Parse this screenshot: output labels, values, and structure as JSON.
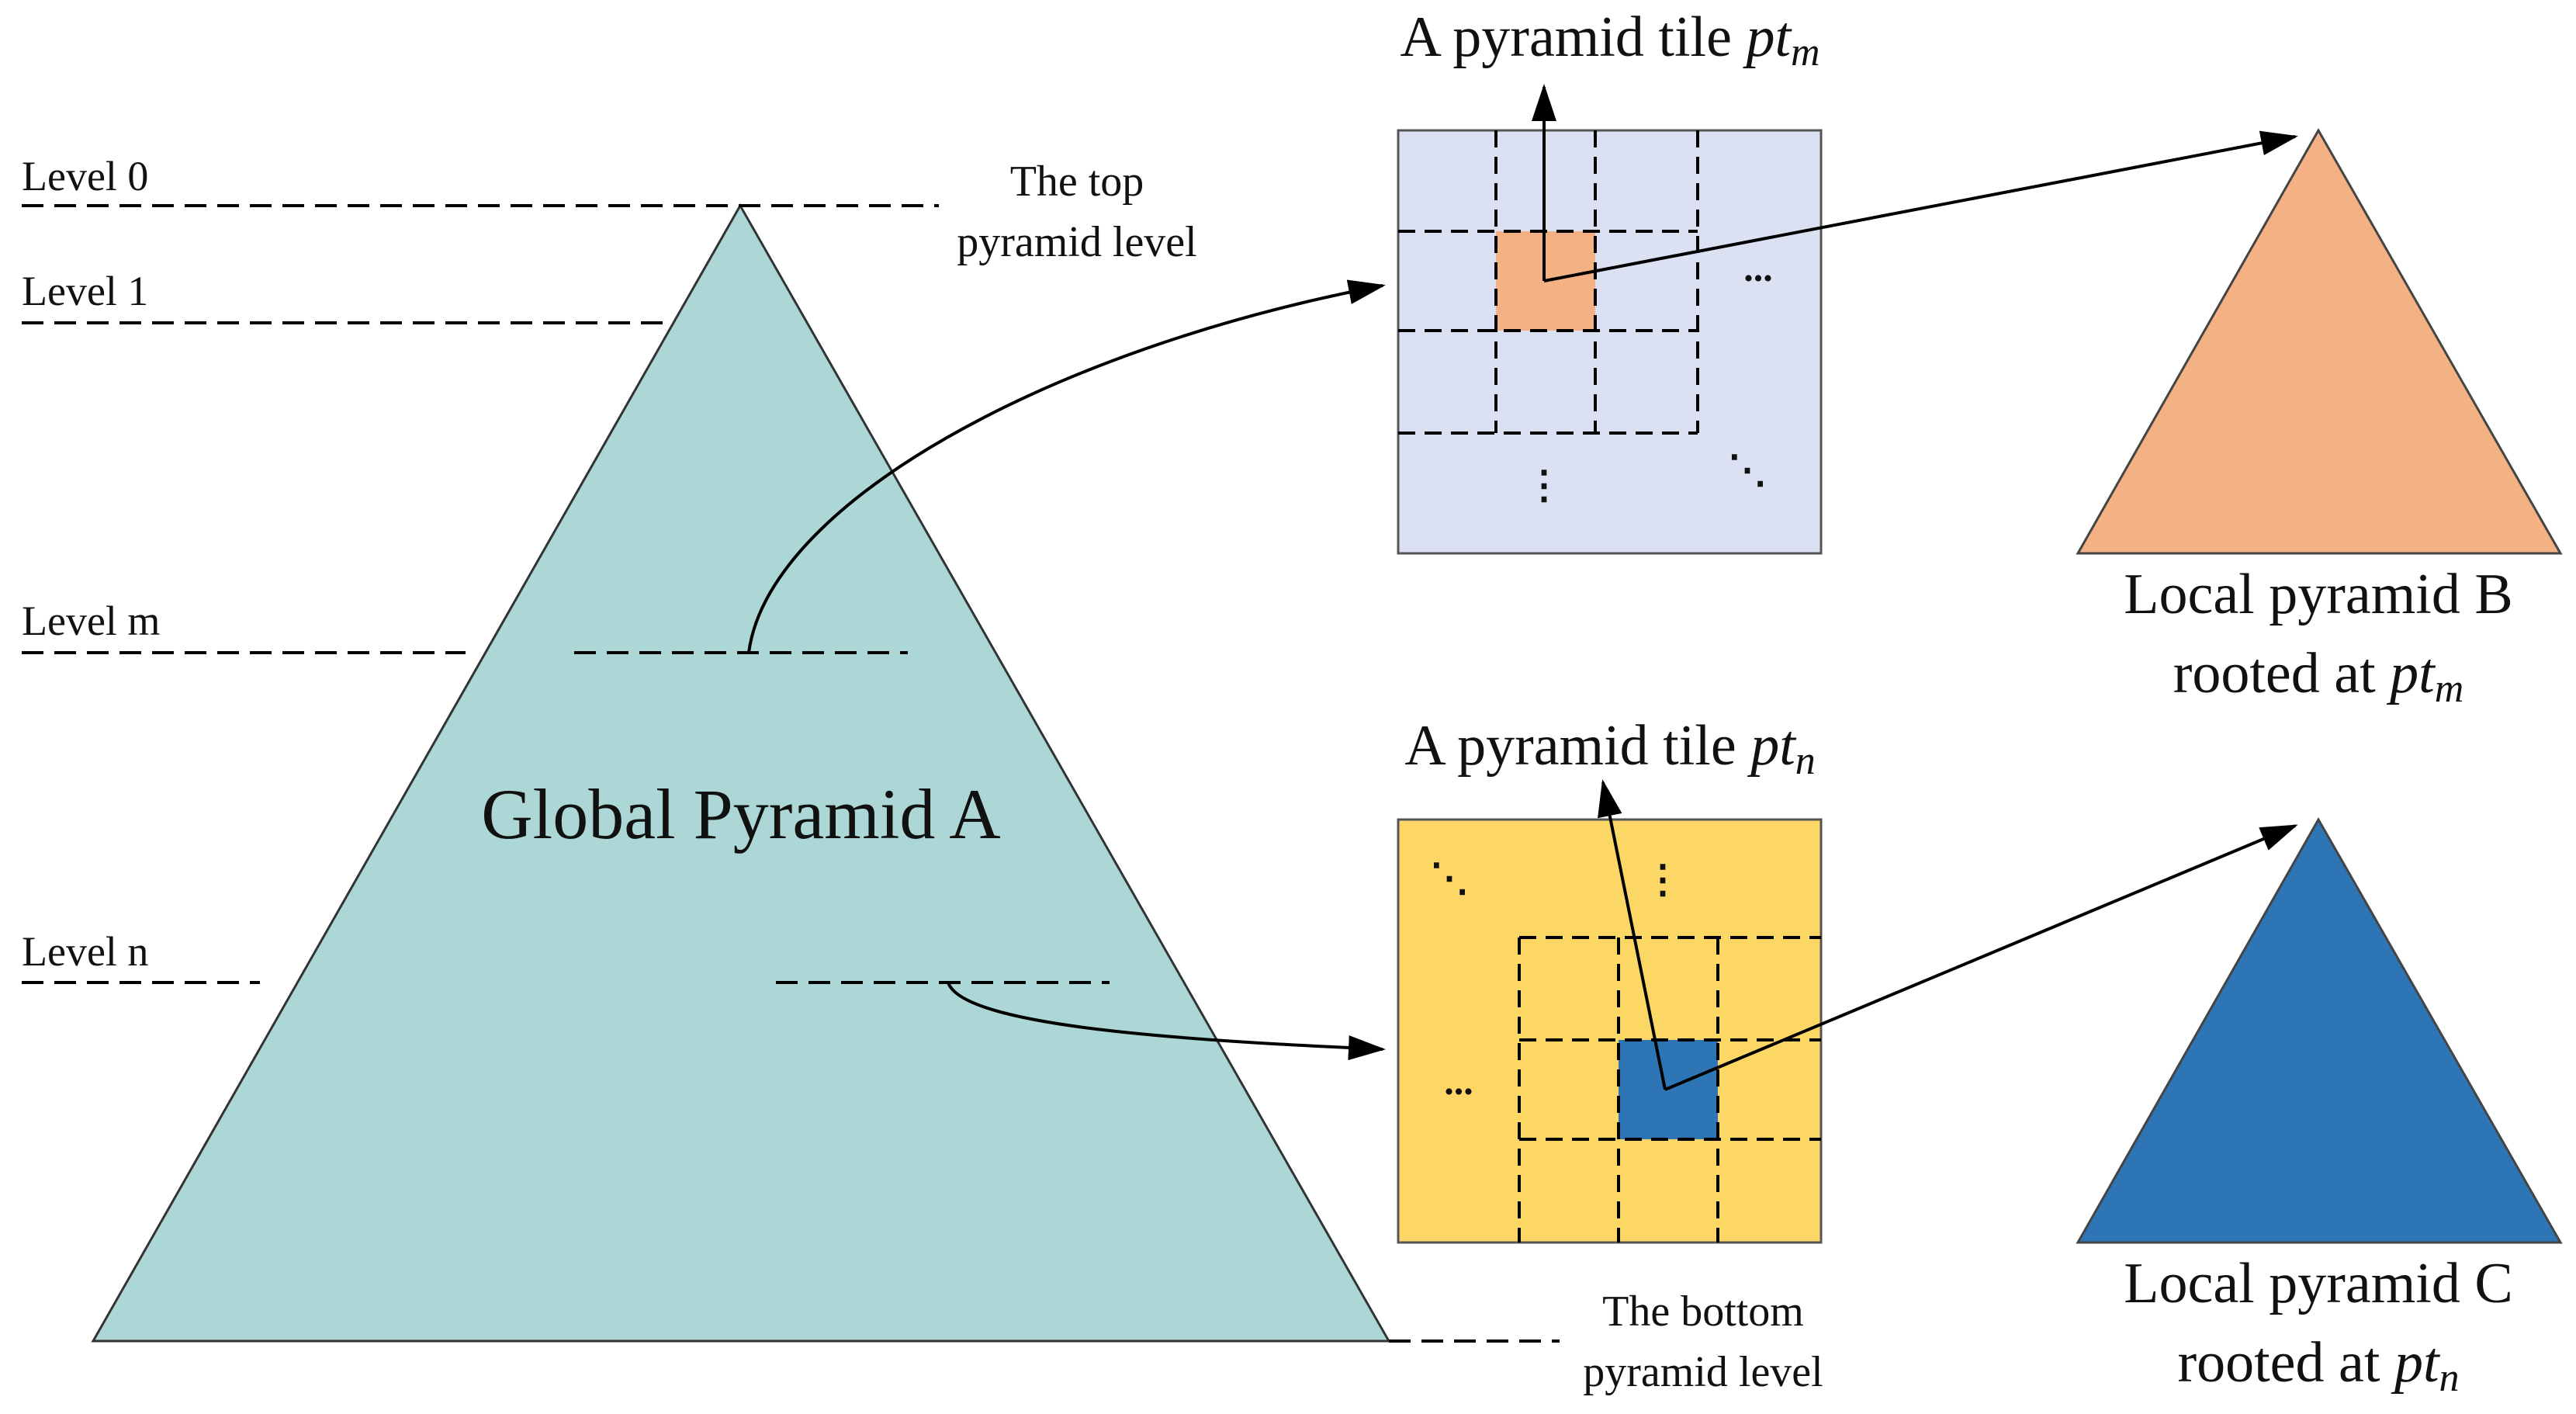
{
  "levels": {
    "level0": "Level 0",
    "level1": "Level 1",
    "levelm": "Level m",
    "leveln": "Level n"
  },
  "global_pyramid": {
    "label": "Global Pyramid A",
    "color": "#add6d6"
  },
  "top_level": {
    "line1": "The top",
    "line2": "pyramid level"
  },
  "bottom_level": {
    "line1": "The bottom",
    "line2": "pyramid level"
  },
  "tile_m": {
    "title_text": "A pyramid tile ",
    "symbol": "pt",
    "subscript": "m",
    "background": "#dbe0f2",
    "tile_color": "#f4b183"
  },
  "tile_n": {
    "title_text": "A pyramid tile ",
    "symbol": "pt",
    "subscript": "n",
    "background": "#fdd766",
    "tile_color": "#2e75b6"
  },
  "local_b": {
    "line1": "Local pyramid B",
    "line2_text": "rooted at ",
    "symbol": "pt",
    "subscript": "m",
    "color": "#f4b183"
  },
  "local_c": {
    "line1": "Local pyramid C",
    "line2_text": "rooted at ",
    "symbol": "pt",
    "subscript": "n",
    "color": "#2e75b6"
  },
  "ellipsis": {
    "horizontal": "...",
    "vertical": "⋮",
    "diagonal": "⋱"
  }
}
